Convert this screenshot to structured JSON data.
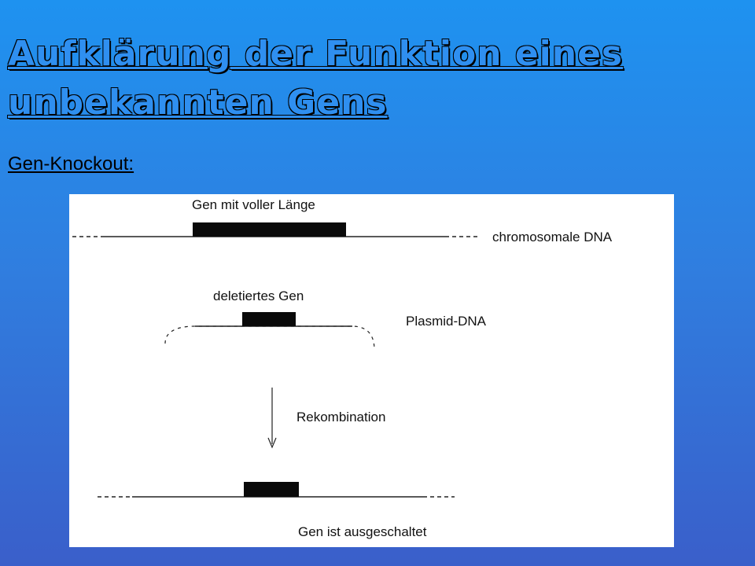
{
  "slide": {
    "title_line1": "Aufklärung der Funktion eines",
    "title_line2": "unbekannten Gens",
    "subtitle": "Gen-Knockout:"
  },
  "figure": {
    "labels": {
      "full_gene": "Gen mit voller Länge",
      "chromosomal_dna": "chromosomale DNA",
      "deleted_gene": "deletiertes Gen",
      "plasmid_dna": "Plasmid-DNA",
      "recombination": "Rekombination",
      "gene_switched_off": "Gen ist ausgeschaltet"
    }
  }
}
